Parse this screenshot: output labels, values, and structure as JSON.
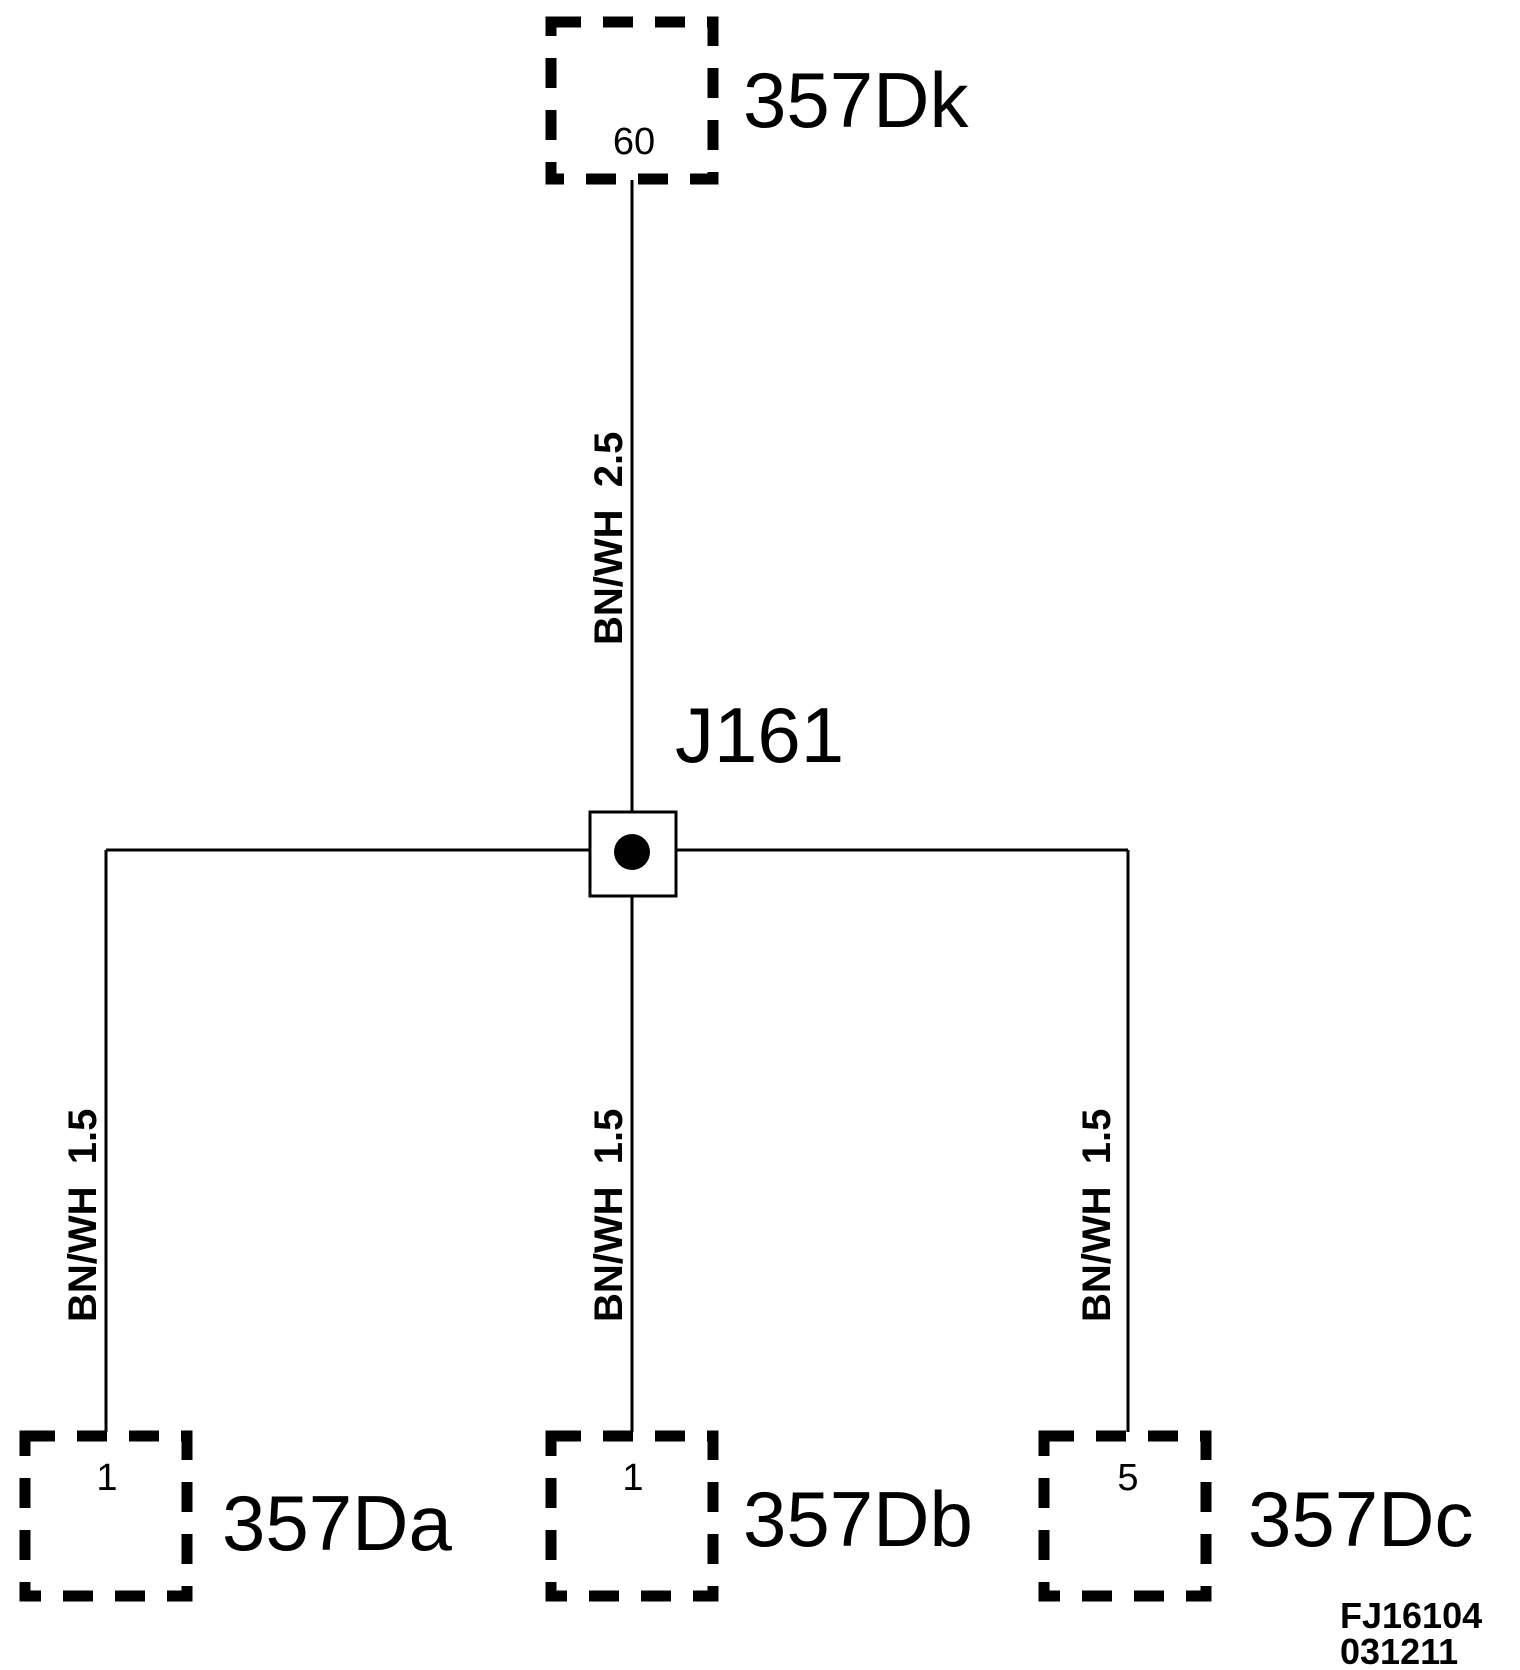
{
  "connectors": {
    "top": {
      "name": "357Dk",
      "pin": "60"
    },
    "left": {
      "name": "357Da",
      "pin": "1"
    },
    "middle": {
      "name": "357Db",
      "pin": "1"
    },
    "right": {
      "name": "357Dc",
      "pin": "5"
    }
  },
  "splice": {
    "name": "J161"
  },
  "wires": {
    "top": "BN/WH  2.5",
    "left": "BN/WH  1.5",
    "middle": "BN/WH  1.5",
    "right": "BN/WH  1.5"
  },
  "figure_code": {
    "line1": "FJ16104",
    "line2": "031211"
  }
}
